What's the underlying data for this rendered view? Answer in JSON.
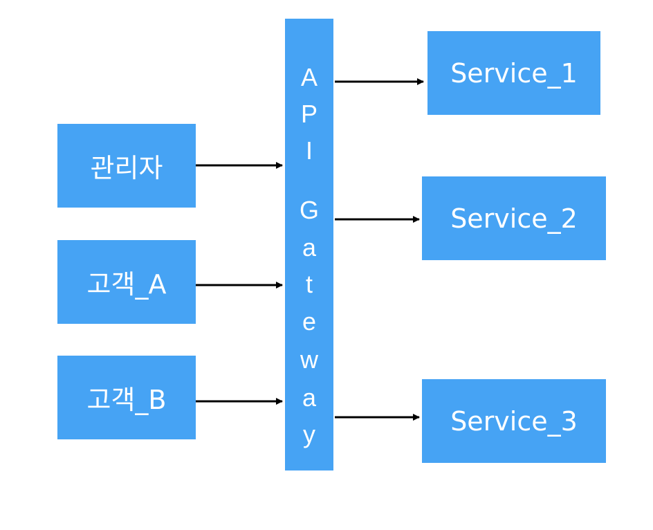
{
  "colors": {
    "box_fill": "#46a3f4",
    "box_text": "#ffffff",
    "arrow": "#000000"
  },
  "clients": [
    {
      "label": "관리자"
    },
    {
      "label": "고객_A"
    },
    {
      "label": "고객_B"
    }
  ],
  "gateway": {
    "chars": [
      "A",
      "P",
      "I",
      "G",
      "a",
      "t",
      "e",
      "w",
      "a",
      "y"
    ]
  },
  "services": [
    {
      "label": "Service_1"
    },
    {
      "label": "Service_2"
    },
    {
      "label": "Service_3"
    }
  ]
}
